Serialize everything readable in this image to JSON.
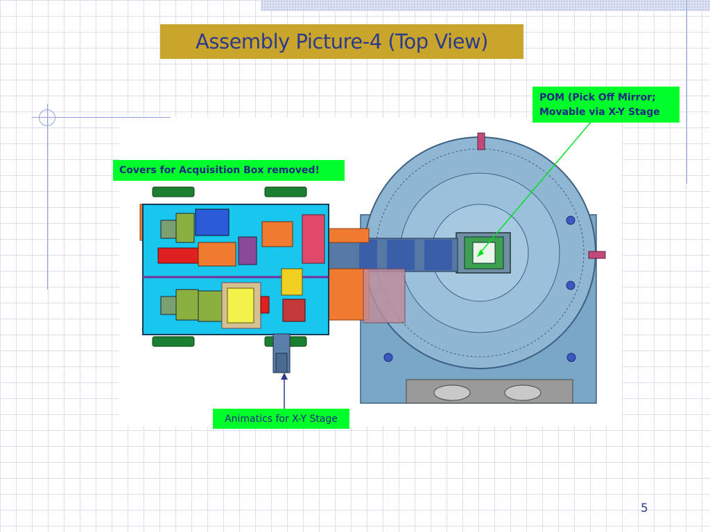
{
  "slide": {
    "title": "Assembly Picture-4 (Top View)",
    "page_number": "5"
  },
  "callouts": {
    "covers": "Covers for Acquisition Box removed!",
    "pom_line1": "POM (Pick Off Mirror;",
    "pom_line2": "Movable via X-Y Stage",
    "animatics": "Animatics for X-Y Stage"
  },
  "colors": {
    "title_bg": "#c9a62b",
    "title_text": "#2b3a8c",
    "callout_bg": "#00ff2a",
    "callout_text": "#1c2a80",
    "pointer_pom": "#00e020",
    "pointer_anim": "#2b3a8c"
  }
}
